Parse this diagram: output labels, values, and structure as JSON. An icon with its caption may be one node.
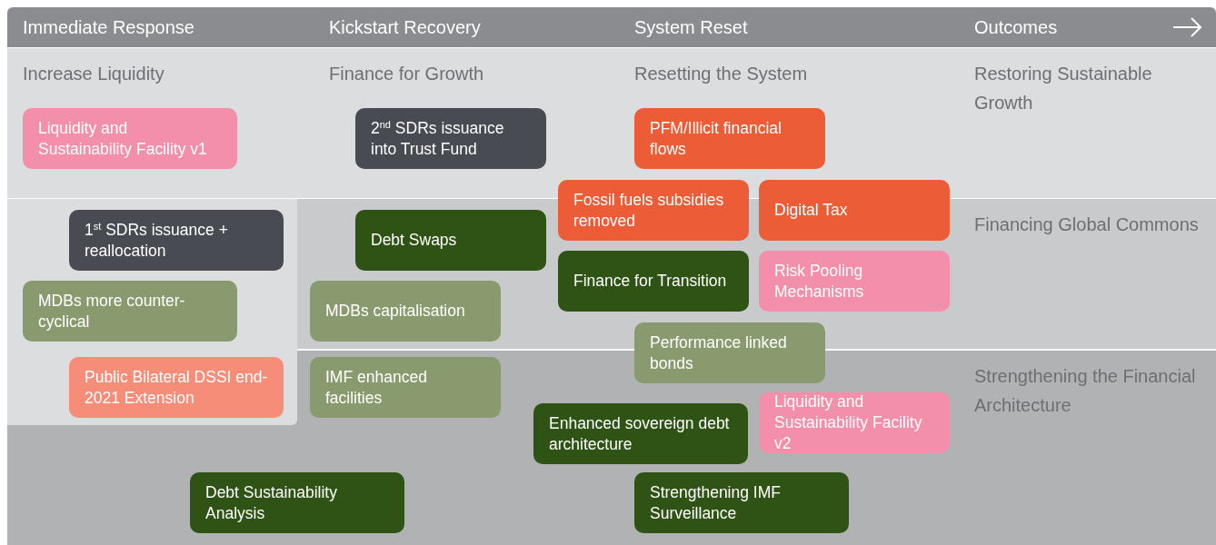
{
  "diagram": {
    "nodes": [
      {
        "text": [
          "Immediate Response",
          "Kickstart Recovery",
          "System Reset",
          "Outcomes"
        ]
      },
      {
        "text": [
          "Increase Liquidity",
          "Finance for Growth",
          "Resetting the System",
          "Restoring Sustainable Growth"
        ]
      },
      {
        "text": [
          "Liquidity and Sustainability Facility v1"
        ],
        "in": 1
      },
      {
        "text": [
          "2$^{nd}$ SDRs issuance into Trust Fund"
        ],
        "in": 1
      },
      {
        "text": [
          "PFM/Illicit financial flows"
        ],
        "in": 1
      },
      {
        "text": [
          "Fossil fuels subsidies removed"
        ]
      },
      {
        "text": [
          "Digital Tax"
        ]
      },
      {
        "text": [],
        "shape": "box"
      },
      {
        "text": [
          "1$^{st}$ SDRs issuance + reallocation"
        ],
        "in": 7
      },
      {
        "text": [
          "MDBs more counter-cyclical"
        ],
        "in": 7
      },
      {
        "text": [
          "Public Bilateral DSSI end-2021 Extension"
        ]
      },
      {
        "text": [
          "Financing Global Commons"
        ]
      },
      {
        "text": [
          "Debt Swaps"
        ],
        "in": 11
      },
      {
        "text": [
          "Finance for Transition"
        ],
        "in": 11
      },
      {
        "text": [
          "Risk Pooling Mechanisms"
        ],
        "in": 11
      },
      {
        "text": [
          "MDBs capitalisation"
        ],
        "in": 11
      },
      {
        "text": [
          "Performance linked bonds"
        ]
      },
      {
        "text": [
          "Strengthening the Financial Architecture"
        ]
      },
      {
        "text": [
          "IMF enhanced facilities"
        ],
        "in": 17
      },
      {
        "text": [
          "Liquidity and Sustainability Facility v2"
        ],
        "in": 17
      },
      {
        "text": [
          "Enhanced sovereign debt architecture"
        ],
        "in": 17
      },
      {
        "text": [
          "Debt Sustainability Analysis"
        ],
        "in": 17
      },
      {
        "text": [
          "Strengthening IMF Surveillance"
        ],
        "in": 17
      }
    ]
  }
}
